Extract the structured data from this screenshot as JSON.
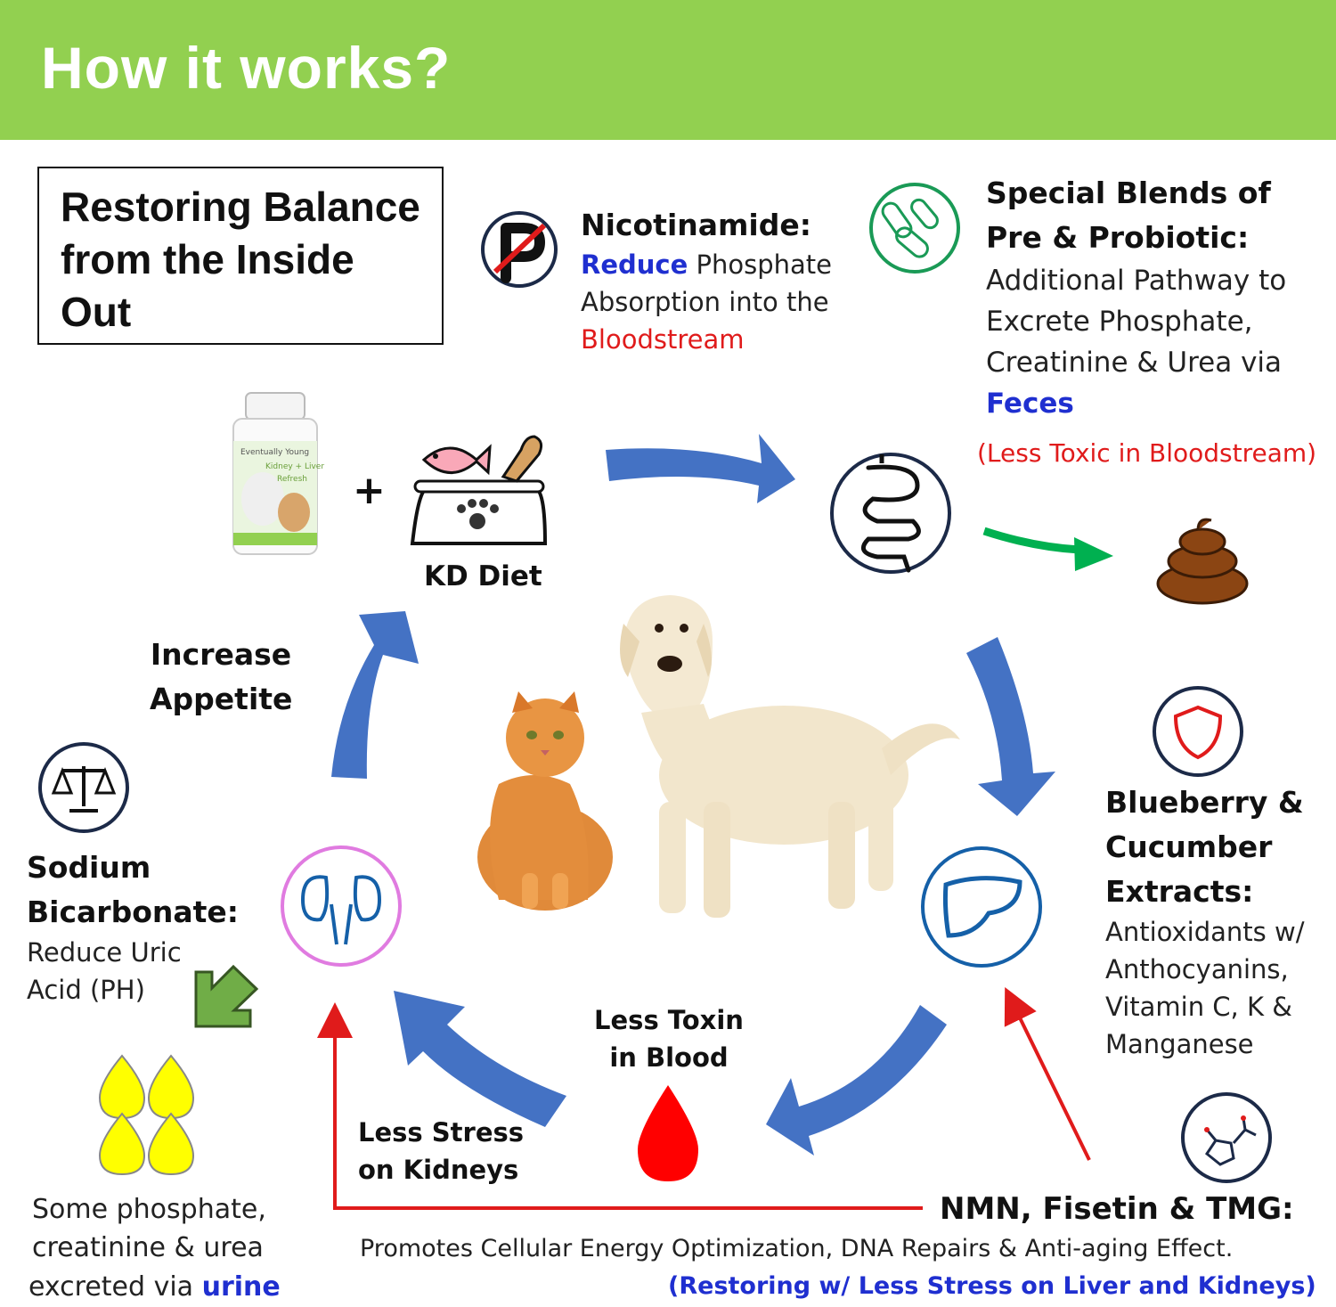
{
  "header": {
    "title": "How it works?"
  },
  "intro_box": {
    "title": "Restoring Balance from the Inside Out"
  },
  "nicotinamide": {
    "heading": "Nicotinamide:",
    "reduce": "Reduce",
    "line1_rest": " Phosphate",
    "line2": "Absorption into the",
    "line3": "Bloodstream"
  },
  "probiotic": {
    "heading1": "Special Blends of",
    "heading2": "Pre & Probiotic:",
    "line1": "Additional Pathway to",
    "line2": "Excrete Phosphate,",
    "line3": "Creatinine & Urea via",
    "feces": "Feces",
    "note": "(Less Toxic in Bloodstream)"
  },
  "product": {
    "brand": "Eventually Young",
    "name1": "Kidney + Liver",
    "name2": "Refresh",
    "plus": "+"
  },
  "kd_diet": {
    "label": "KD Diet"
  },
  "appetite": {
    "line1": "Increase",
    "line2": "Appetite"
  },
  "blueberry": {
    "heading1": "Blueberry &",
    "heading2": "Cucumber",
    "heading3": "Extracts:",
    "line1": "Antioxidants w/",
    "line2": "Anthocyanins,",
    "line3": "Vitamin C, K &",
    "line4": "Manganese"
  },
  "sodium": {
    "heading1": "Sodium",
    "heading2": "Bicarbonate:",
    "line1": "Reduce Uric",
    "line2": "Acid (PH)"
  },
  "urine": {
    "line1": "Some phosphate,",
    "line2": "creatinine & urea",
    "line3_pre": "excreted via ",
    "urine": "urine"
  },
  "blood": {
    "line1": "Less Toxin",
    "line2": "in Blood"
  },
  "kidney_stress": {
    "line1": "Less Stress",
    "line2": "on Kidneys"
  },
  "nmn": {
    "heading": "NMN, Fisetin & TMG:",
    "line1": "Promotes Cellular Energy Optimization, DNA Repairs & Anti-aging Effect.",
    "line2": "(Restoring w/ Less Stress on Liver and Kidneys)"
  },
  "colors": {
    "header_green": "#92d050",
    "flow_arrow_blue": "#4472c4",
    "excrete_arrow_green": "#00b050",
    "nmn_arrow_red": "#e01b1b",
    "text_blue": "#1f2fd0",
    "text_red": "#e01b1b",
    "drop_yellow": "#ffff00",
    "blood_red": "#ff0000",
    "poop_brown": "#8b4513"
  },
  "icons": [
    "no-phosphate-icon",
    "probiotic-bacteria-icon",
    "intestine-icon",
    "poop-icon",
    "shield-icon",
    "liver-icon",
    "molecule-icon",
    "kidney-icon",
    "balance-scale-icon",
    "urine-drops-icon",
    "blood-drop-icon",
    "food-bowl-icon",
    "supplement-bottle-icon",
    "cat-image",
    "dog-image"
  ]
}
